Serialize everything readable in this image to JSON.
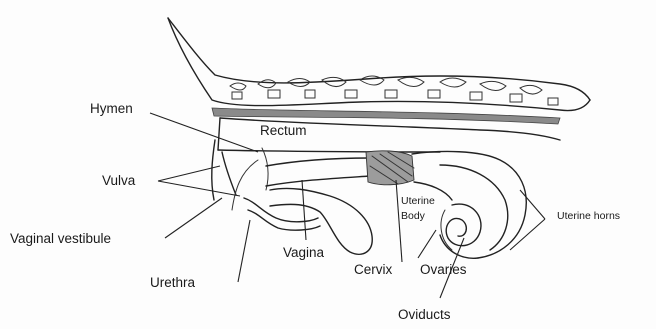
{
  "labels": {
    "hymen": "Hymen",
    "rectum": "Rectum",
    "vulva": "Vulva",
    "vaginal_vestibule": "Vaginal vestibule",
    "urethra": "Urethra",
    "vagina": "Vagina",
    "cervix": "Cervix",
    "uterine_body_line1": "Uterine",
    "uterine_body_line2": "Body",
    "uterine_horns": "Uterine horns",
    "ovaries": "Ovaries",
    "oviducts": "Oviducts"
  }
}
